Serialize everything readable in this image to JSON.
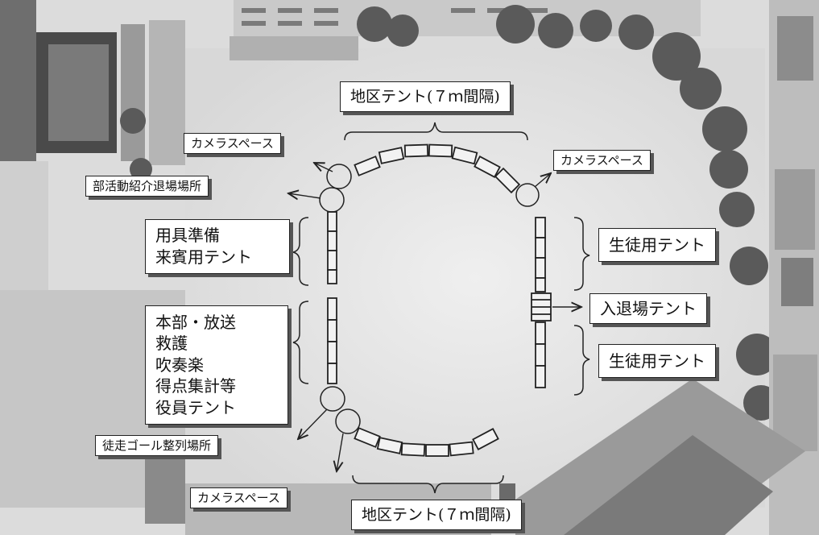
{
  "labels": {
    "district_tent_top": "地区テント(７ｍ間隔)",
    "district_tent_bottom": "地区テント(７ｍ間隔)",
    "camera_space_top_left": "カメラスペース",
    "camera_space_top_right": "カメラスペース",
    "camera_space_bottom": "カメラスペース",
    "club_exit_area": "部活動紹介退場場所",
    "equipment_guest": [
      "用具準備",
      "来賓用テント"
    ],
    "hq_group": [
      "本部・放送",
      "救護",
      "吹奏楽",
      "得点集計等",
      "役員テント"
    ],
    "student_tent_upper": "生徒用テント",
    "student_tent_lower": "生徒用テント",
    "entry_exit_tent": "入退場テント",
    "finish_line_area": "徒走ゴール整列場所"
  },
  "colors": {
    "field": "#e6e6e6",
    "ink": "#222222",
    "trees": "#5a5a5a",
    "roofs": "#8c8c8c"
  }
}
